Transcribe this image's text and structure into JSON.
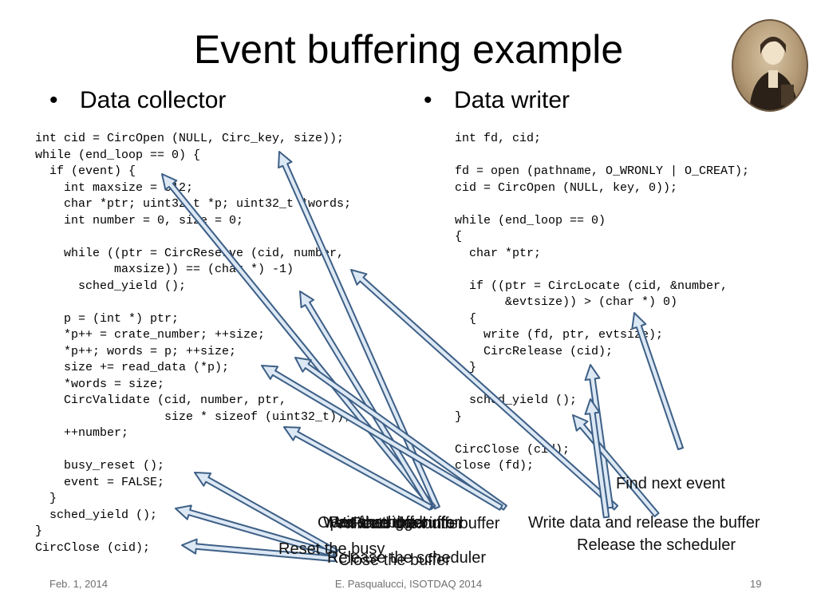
{
  "slide": {
    "title": "Event buffering example",
    "bullets": {
      "left": "Data collector",
      "right": "Data writer",
      "marker": "•"
    },
    "collector_code": [
      "int cid = CircOpen (NULL, Circ_key, size));",
      "while (end_loop == 0) {",
      "  if (event) {",
      "    int maxsize = 512;",
      "    char *ptr; uint32_t *p; uint32_t *words;",
      "    int number = 0, size = 0;",
      "",
      "    while ((ptr = CircReserve (cid, number,",
      "           maxsize)) == (char *) -1)",
      "      sched_yield ();",
      "",
      "    p = (int *) ptr;",
      "    *p++ = crate_number; ++size;",
      "    *p++; words = p; ++size;",
      "    size += read_data (*p);",
      "    *words = size;",
      "    CircValidate (cid, number, ptr,",
      "                  size * sizeof (uint32_t));",
      "    ++number;",
      "",
      "    busy_reset ();",
      "    event = FALSE;",
      "  }",
      "  sched_yield ();",
      "}",
      "CircClose (cid);"
    ],
    "writer_code": [
      "int fd, cid;",
      "",
      "fd = open (pathname, O_WRONLY | O_CREAT);",
      "cid = CircOpen (NULL, key, 0));",
      "",
      "while (end_loop == 0)",
      "{",
      "  char *ptr;",
      "",
      "  if ((ptr = CircLocate (cid, &number,",
      "       &evtsize)) > (char *) 0)",
      "  {",
      "    write (fd, ptr, evtsize);",
      "    CircRelease (cid);",
      "  }",
      "",
      "  sched_yield ();",
      "}",
      "",
      "CircClose (cid);",
      "close (fd);"
    ],
    "callouts": {
      "find_next_event": "Find next event",
      "stacked_1": "Open the buffer",
      "stacked_2": "Wait for trigger",
      "stacked_3": "Reserve the buffer",
      "stacked_4": "Read data into buffer",
      "stacked_5": "Validate the buffer",
      "stacked_6": "Write data and release the buffer",
      "release_scheduler_right": "Release the scheduler",
      "reset_busy": "Reset the busy",
      "release_scheduler_left": "Release the scheduler",
      "close_buffer": "Close the buffer"
    },
    "footer": {
      "date": "Feb. 1, 2014",
      "author": "E. Pasqualucci, ISOTDAQ 2014",
      "page": "19"
    },
    "colors": {
      "arrow_stroke": "#3d5f86",
      "arrow_fill": "#dce8f4",
      "footer_text": "#6f6f6f"
    },
    "icons": {
      "portrait": "sepia-portrait-photo"
    }
  }
}
